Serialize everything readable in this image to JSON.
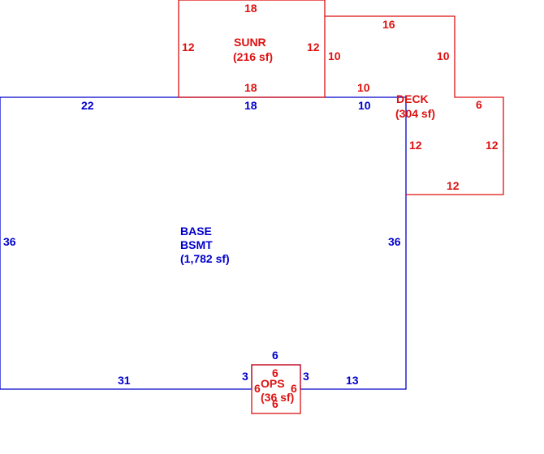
{
  "colors": {
    "base": "#0000cc",
    "addition": "#dd1111"
  },
  "areas": {
    "base": {
      "line1": "BASE",
      "line2": "BSMT",
      "line3": "(1,782 sf)"
    },
    "sunroom": {
      "line1": "SUNR",
      "line2": "(216 sf)"
    },
    "deck": {
      "line1": "DECK",
      "line2": "(304 sf)"
    },
    "ops": {
      "line1": "OPS",
      "line2": "(36 sf)"
    }
  },
  "dimensions": {
    "base": {
      "top_left": "22",
      "top_mid": "18",
      "top_right": "10",
      "left": "36",
      "right": "36",
      "bottom_left": "31",
      "bottom_right": "13",
      "notch_left": "3",
      "notch_right": "3",
      "notch_top": "6"
    },
    "sunroom": {
      "top": "18",
      "left": "12",
      "right": "12",
      "bottom": "18"
    },
    "deck": {
      "top": "16",
      "left_upper": "10",
      "right_upper": "10",
      "inner": "10",
      "step": "6",
      "left_lower": "12",
      "right_lower": "12",
      "bottom": "12"
    },
    "ops": {
      "top": "6",
      "left": "6",
      "right": "6",
      "bottom": "6"
    }
  }
}
